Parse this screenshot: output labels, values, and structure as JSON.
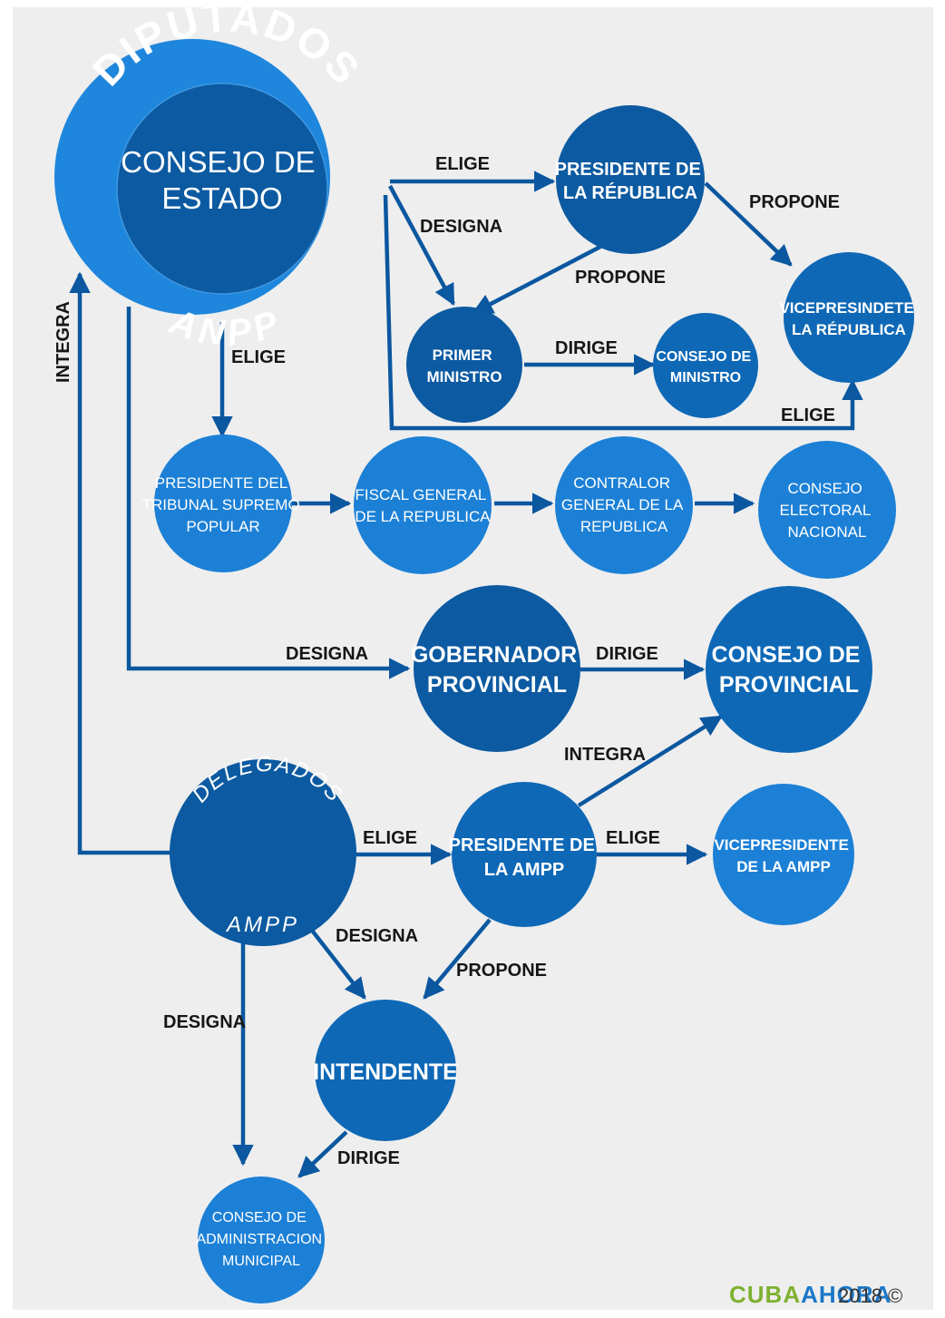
{
  "colors": {
    "dark": "#0c5aa1",
    "mid": "#0e68b6",
    "light": "#1c80d6",
    "ring": "#1e86dc",
    "arrow": "#0b57a0",
    "label": "#161616",
    "background": "#eeeeee",
    "brand_green": "#7fb131",
    "brand_blue": "#1b78c8"
  },
  "nodes": {
    "diputados": "DIPUTADOS",
    "anpp": "ANPP",
    "consejo_estado": [
      "CONSEJO DE",
      "ESTADO"
    ],
    "presidente_republica": [
      "PRESIDENTE DE",
      "LA RÉPUBLICA"
    ],
    "vicepresidente_republica": [
      "VICEPRESINDETE",
      "LA RÉPUBLICA"
    ],
    "primer_ministro": [
      "PRIMER",
      "MINISTRO"
    ],
    "consejo_ministro": [
      "CONSEJO DE",
      "MINISTRO"
    ],
    "presidente_tribunal": [
      "PRESIDENTE DEL",
      "TRIBUNAL SUPREMO",
      "POPULAR"
    ],
    "fiscal_general": [
      "FISCAL GENERAL",
      "DE LA REPUBLICA"
    ],
    "contralor_general": [
      "CONTRALOR",
      "GENERAL DE LA",
      "REPUBLICA"
    ],
    "consejo_electoral": [
      "CONSEJO",
      "ELECTORAL",
      "NACIONAL"
    ],
    "gobernador_provincial": [
      "GOBERNADOR",
      "PROVINCIAL"
    ],
    "consejo_provincial": [
      "CONSEJO DE",
      "PROVINCIAL"
    ],
    "delegados": "DELEGADOS",
    "ampp": "AMPP",
    "presidente_ampp": [
      "PRESIDENTE DE",
      "LA AMPP"
    ],
    "vicepresidente_ampp": [
      "VICEPRESIDENTE",
      "DE LA AMPP"
    ],
    "intendente": [
      "INTENDENTE"
    ],
    "consejo_administracion": [
      "CONSEJO DE",
      "ADMINISTRACION",
      "MUNICIPAL"
    ]
  },
  "edges": {
    "elige_presidente": "ELIGE",
    "designa_primer_ministro": "DESIGNA",
    "propone_primer_ministro": "PROPONE",
    "propone_vicepresidente": "PROPONE",
    "dirige_consejo_ministro": "DIRIGE",
    "elige_vicepresidente": "ELIGE",
    "elige_tribunal": "ELIGE",
    "integra_anpp": "INTEGRA",
    "designa_gobernador": "DESIGNA",
    "dirige_consejo_provincial": "DIRIGE",
    "integra_consejo_provincial": "INTEGRA",
    "elige_presidente_ampp": "ELIGE",
    "elige_vicepresidente_ampp": "ELIGE",
    "designa_intendente": "DESIGNA",
    "propone_intendente": "PROPONE",
    "designa_consejo_admin": "DESIGNA",
    "dirige_consejo_admin": "DIRIGE"
  },
  "footer": {
    "brand_part1": "CUBA",
    "brand_part2": "AHORA",
    "year": "2018 ©"
  }
}
